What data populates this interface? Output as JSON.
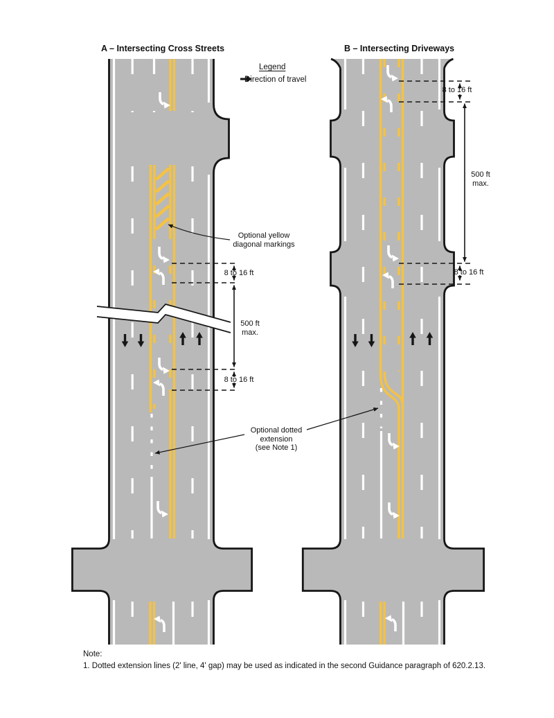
{
  "figure": {
    "panel_a": {
      "title": "A – Intersecting Cross Streets"
    },
    "panel_b": {
      "title": "B – Intersecting Driveways"
    },
    "legend": {
      "title": "Legend",
      "items": [
        {
          "icon": "direction-of-travel-arrow-icon",
          "label": "Direction of travel"
        }
      ]
    },
    "dimensions": {
      "a_upper_gap": "8 to 16 ft",
      "a_lower_gap": "8 to 16 ft",
      "a_spacing_line1": "500 ft",
      "a_spacing_line2": "max.",
      "b_upper_gap": "8 to 16 ft",
      "b_lower_gap": "8 to 16 ft",
      "b_spacing_line1": "500 ft",
      "b_spacing_line2": "max."
    },
    "callouts": {
      "yellow_line1": "Optional yellow",
      "yellow_line2": "diagonal markings",
      "dotted_line1": "Optional dotted",
      "dotted_line2": "extension",
      "dotted_line3": "(see Note 1)"
    },
    "note": {
      "title": "Note:",
      "body": "1. Dotted extension lines (2' line, 4' gap) may be used as indicated in the second Guidance paragraph of 620.2.13."
    },
    "colors": {
      "road": "#b9b9b9",
      "yellow": "#f5c242",
      "white": "#ffffff",
      "outline": "#161616",
      "background": "#ffffff"
    }
  }
}
